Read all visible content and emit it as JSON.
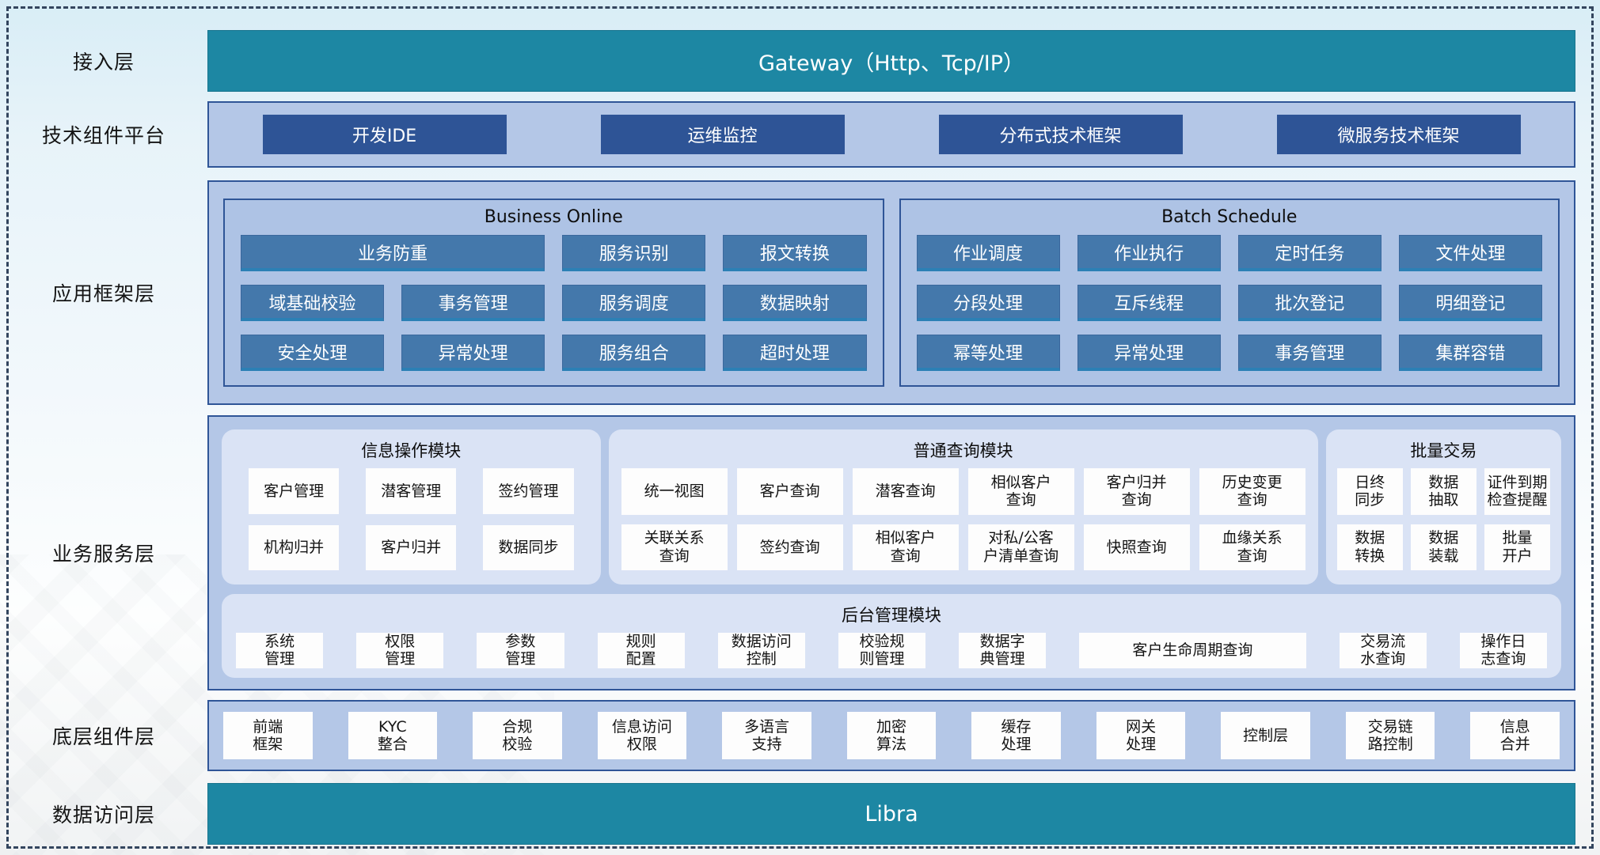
{
  "colors": {
    "teal": "#1d87a3",
    "dark_blue_button": "#2e5496",
    "panel_fill": "#b4c7e7",
    "panel_border": "#2f5597",
    "steel_button": "#4478ab",
    "module_fill": "#dae3f5",
    "cell_fill": "#fdfdfd"
  },
  "layers": {
    "access": {
      "label": "接入层",
      "bar_text": "Gateway（Http、Tcp/IP）"
    },
    "tech": {
      "label": "技术组件平台",
      "items": [
        "开发IDE",
        "运维监控",
        "分布式技术框架",
        "微服务技术框架"
      ]
    },
    "app": {
      "label": "应用框架层",
      "groups": [
        {
          "title": "Business Online",
          "cells": [
            {
              "label": "业务防重",
              "span": 2
            },
            "服务识别",
            "报文转换",
            "域基础校验",
            "事务管理",
            "服务调度",
            "数据映射",
            "安全处理",
            "异常处理",
            "服务组合",
            "超时处理"
          ]
        },
        {
          "title": "Batch Schedule",
          "cells": [
            "作业调度",
            "作业执行",
            "定时任务",
            "文件处理",
            "分段处理",
            "互斥线程",
            "批次登记",
            "明细登记",
            "幂等处理",
            "异常处理",
            "事务管理",
            "集群容错"
          ]
        }
      ]
    },
    "services": {
      "label": "业务服务层",
      "modules": [
        {
          "title": "信息操作模块",
          "cells": [
            "客户管理",
            "潜客管理",
            "签约管理",
            "机构归并",
            "客户归并",
            "数据同步"
          ]
        },
        {
          "title": "普通查询模块",
          "cells": [
            "统一视图",
            "客户查询",
            "潜客查询",
            "相似客户\n查询",
            "客户归并\n查询",
            "历史变更\n查询",
            "关联关系\n查询",
            "签约查询",
            "相似客户\n查询",
            "对私/公客\n户清单查询",
            "快照查询",
            "血缘关系\n查询"
          ]
        },
        {
          "title": "批量交易",
          "cells": [
            "日终\n同步",
            "数据\n抽取",
            "证件到期\n检查提醒",
            "数据\n转换",
            "数据\n装载",
            "批量\n开户"
          ]
        }
      ],
      "admin": {
        "title": "后台管理模块",
        "cells": [
          "系统\n管理",
          "权限\n管理",
          "参数\n管理",
          "规则\n配置",
          "数据访问\n控制",
          "校验规\n则管理",
          "数据字\n典管理",
          {
            "label": "客户生命周期查询",
            "grow": 2.6
          },
          "交易流\n水查询",
          "操作日\n志查询"
        ]
      }
    },
    "base": {
      "label": "底层组件层",
      "items": [
        "前端\n框架",
        "KYC\n整合",
        "合规\n校验",
        "信息访问\n权限",
        "多语言\n支持",
        "加密\n算法",
        "缓存\n处理",
        "网关\n处理",
        "控制层",
        "交易链\n路控制",
        "信息\n合并"
      ]
    },
    "data_access": {
      "label": "数据访问层",
      "bar_text": "Libra"
    }
  }
}
